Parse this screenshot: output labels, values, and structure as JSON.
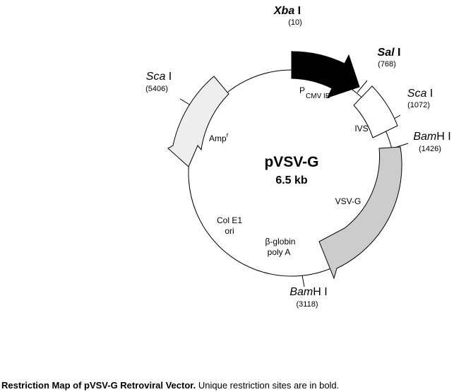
{
  "plasmid": {
    "name": "pVSV-G",
    "size": "6.5 kb"
  },
  "sites": [
    {
      "id": "xba",
      "enzyme": "Xba",
      "suffix": " I",
      "position": "(10)",
      "unique": true
    },
    {
      "id": "sal",
      "enzyme": "Sal",
      "suffix": " I",
      "position": "(768)",
      "unique": true
    },
    {
      "id": "sca2",
      "enzyme": "Sca",
      "suffix": " I",
      "position": "(1072)",
      "unique": false
    },
    {
      "id": "bam1",
      "enzyme": "Bam",
      "suffix": "H I",
      "position": "(1426)",
      "unique": false
    },
    {
      "id": "bam2",
      "enzyme": "Bam",
      "suffix": "H I",
      "position": "(3118)",
      "unique": false
    },
    {
      "id": "sca1",
      "enzyme": "Sca",
      "suffix": " I",
      "position": "(5406)",
      "unique": false
    }
  ],
  "features": {
    "pcmv": {
      "main": "P",
      "sub": "CMV IE",
      "fill": "#000000"
    },
    "ivs": {
      "label": "IVS",
      "fill": "#ffffff"
    },
    "vsvg": {
      "label": "VSV-G",
      "fill": "#cccccc"
    },
    "amp": {
      "main": "Amp",
      "sup": "r",
      "fill": "#eeeeee"
    },
    "colE1": {
      "line1": "Col E1",
      "line2": "ori"
    },
    "globin": {
      "line1": "β-globin",
      "line2": "poly A"
    }
  },
  "caption": {
    "bold": "Restriction Map of pVSV-G Retroviral Vector.",
    "rest": " Unique restriction sites are in bold."
  }
}
